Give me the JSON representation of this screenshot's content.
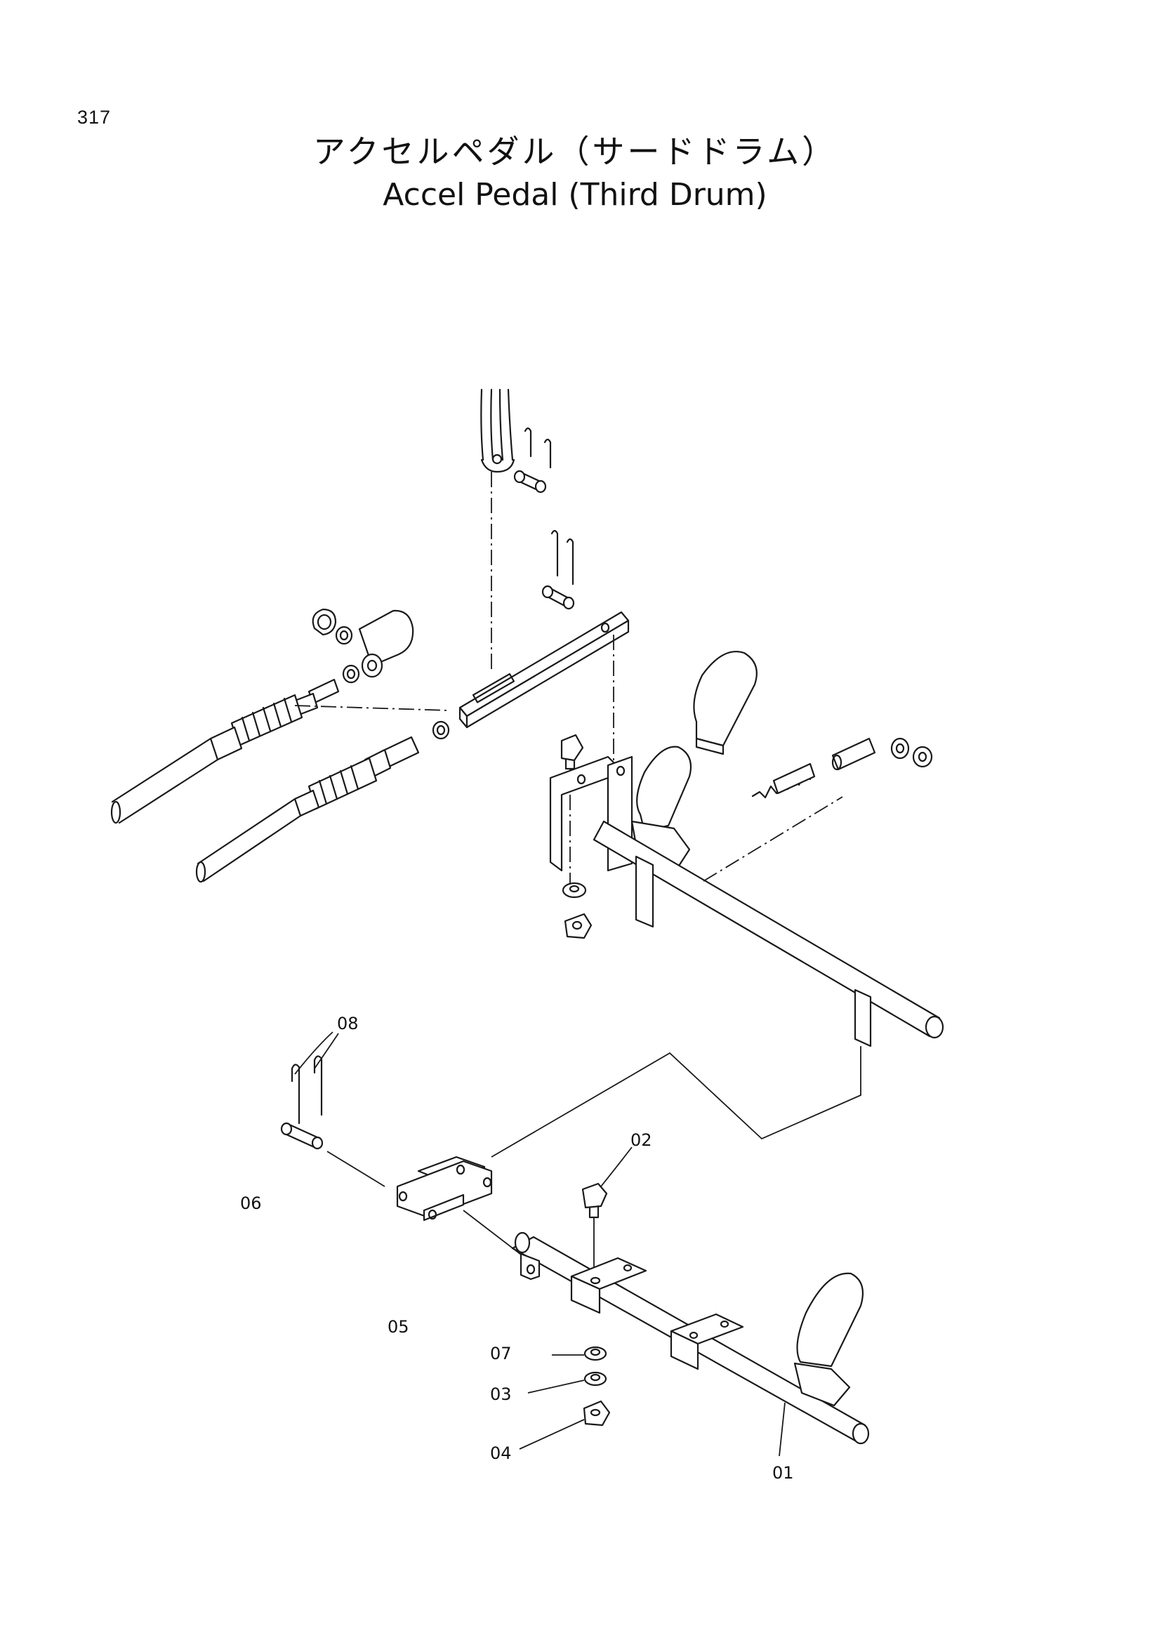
{
  "page_number": "317",
  "title_jp": "アクセルペダル（サードドラム）",
  "title_en": "Accel Pedal (Third Drum)",
  "parts": [
    {
      "id": "p01",
      "label": "01"
    },
    {
      "id": "p02",
      "label": "02"
    },
    {
      "id": "p03",
      "label": "03"
    },
    {
      "id": "p04",
      "label": "04"
    },
    {
      "id": "p05",
      "label": "05"
    },
    {
      "id": "p06",
      "label": "06"
    },
    {
      "id": "p07",
      "label": "07"
    },
    {
      "id": "p08",
      "label": "08"
    }
  ]
}
